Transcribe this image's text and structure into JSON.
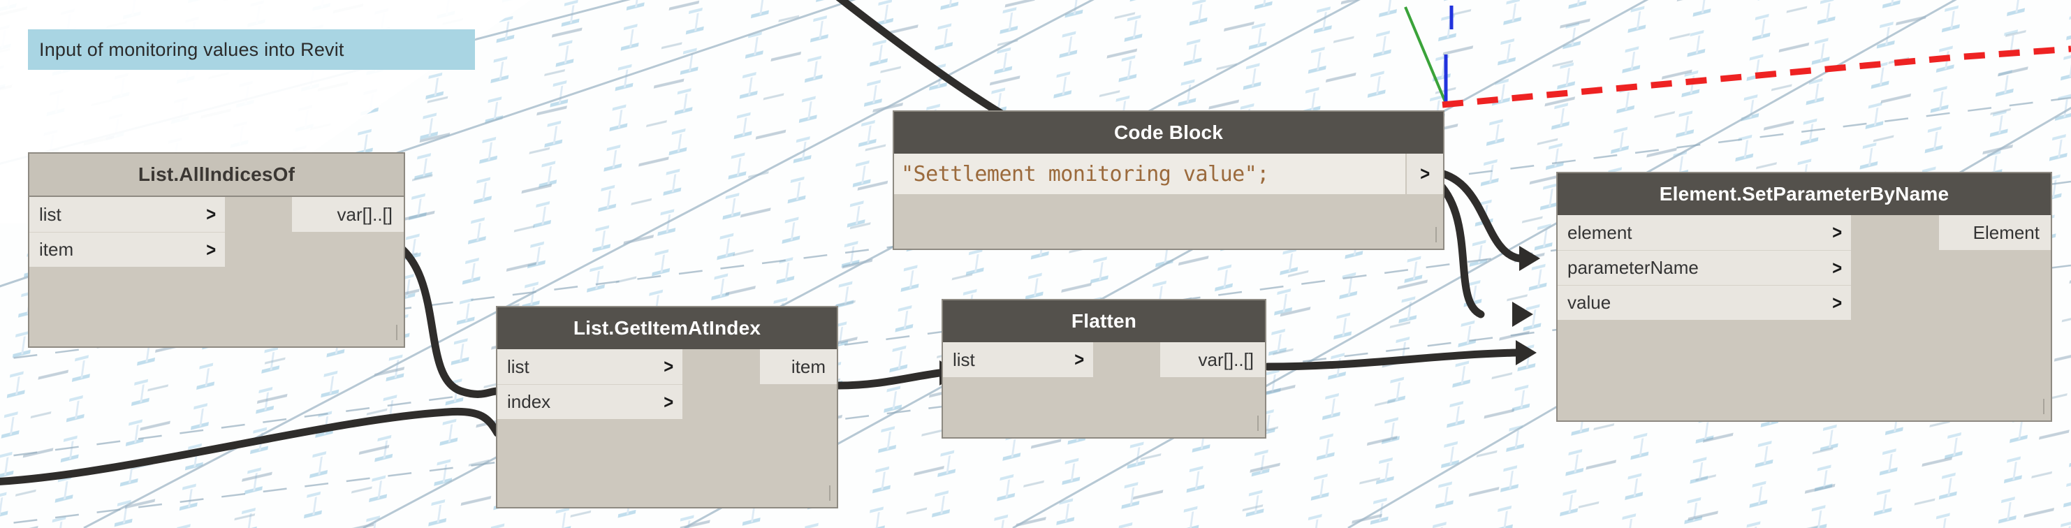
{
  "app": {
    "name": "Dynamo",
    "canvas_background": "revit-3d-model-view"
  },
  "note": {
    "text": "Input of monitoring values into Revit",
    "background_color": "#a9d5e3"
  },
  "colors": {
    "node_body": "#cdc8be",
    "node_header_dark": "#54514c",
    "node_header_light": "#c7c2b8",
    "node_border": "#8e8a82",
    "port_row": "#e9e6e0",
    "code_row": "#eeebe5",
    "code_text": "#9b6a3c",
    "wire": "#2f2d2b",
    "note": "#a9d5e3",
    "axis_green": "#3aa33a",
    "axis_blue": "#2233dd",
    "section_line_red": "#ee2222"
  },
  "icons": {
    "port_chevron": ">"
  },
  "nodes": [
    {
      "id": "list-allindicesof",
      "title": "List.AllIndicesOf",
      "header_style": "light",
      "inputs": [
        {
          "label": "list"
        },
        {
          "label": "item"
        }
      ],
      "outputs": [
        {
          "label": "var[]..[]"
        }
      ]
    },
    {
      "id": "code-block",
      "title": "Code Block",
      "header_style": "dark",
      "code": "\"Settlement monitoring value\";",
      "outputs": [
        {
          "label": ">"
        }
      ]
    },
    {
      "id": "element-setparameterbyname",
      "title": "Element.SetParameterByName",
      "header_style": "dark",
      "inputs": [
        {
          "label": "element"
        },
        {
          "label": "parameterName"
        },
        {
          "label": "value"
        }
      ],
      "outputs": [
        {
          "label": "Element"
        }
      ]
    },
    {
      "id": "list-getitematindex",
      "title": "List.GetItemAtIndex",
      "header_style": "dark",
      "inputs": [
        {
          "label": "list"
        },
        {
          "label": "index"
        }
      ],
      "outputs": [
        {
          "label": "item"
        }
      ]
    },
    {
      "id": "flatten",
      "title": "Flatten",
      "header_style": "dark",
      "inputs": [
        {
          "label": "list"
        }
      ],
      "outputs": [
        {
          "label": "var[]..[]"
        }
      ]
    }
  ],
  "connections": [
    {
      "from": "list-allindicesof.var[]..[]",
      "to": "list-getitematindex.list"
    },
    {
      "from": "offscreen-left",
      "to": "list-getitematindex.index"
    },
    {
      "from": "list-getitematindex.item",
      "to": "flatten.list"
    },
    {
      "from": "flatten.var[]..[]",
      "to": "element-setparameterbyname.value"
    },
    {
      "from": "code-block.out",
      "to": "element-setparameterbyname.parameterName"
    },
    {
      "from": "offscreen-upper-left",
      "to": "element-setparameterbyname.element"
    }
  ]
}
